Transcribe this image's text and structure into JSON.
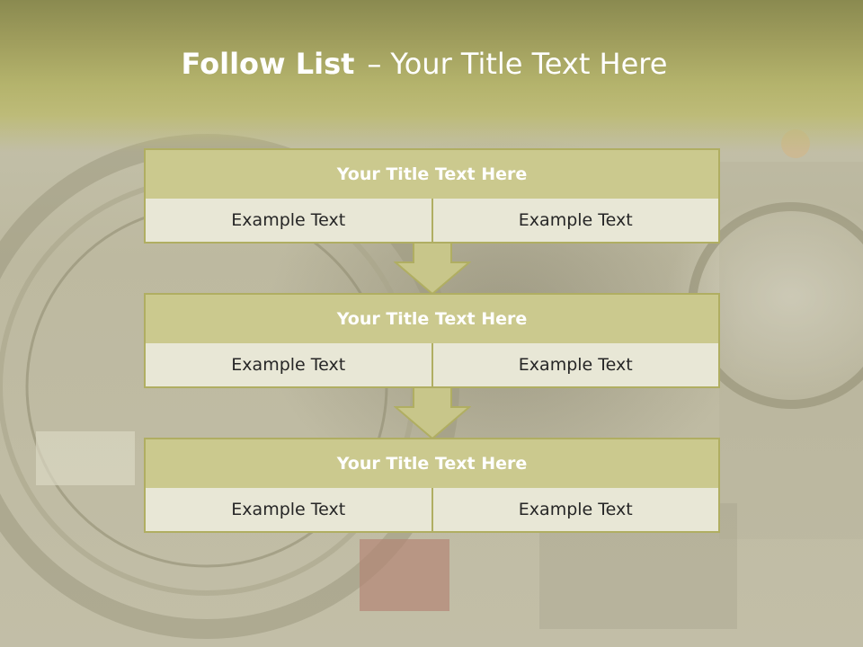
{
  "slide": {
    "title_bold": "Follow List",
    "title_dash": "–",
    "title_rest": "Your Title Text Here"
  },
  "blocks": [
    {
      "heading": "Your Title Text Here",
      "cells": [
        "Example Text",
        "Example Text"
      ]
    },
    {
      "heading": "Your Title Text Here",
      "cells": [
        "Example Text",
        "Example Text"
      ]
    },
    {
      "heading": "Your Title Text Here",
      "cells": [
        "Example Text",
        "Example Text"
      ]
    }
  ],
  "colors": {
    "header_band": "#b4b36c",
    "heading_fill": "#cbc98e",
    "cell_fill": "#e8e7d6",
    "border": "#b0ae62",
    "arrow_fill": "#c8c68a"
  },
  "icons": {
    "connector": "down-arrow-icon"
  }
}
